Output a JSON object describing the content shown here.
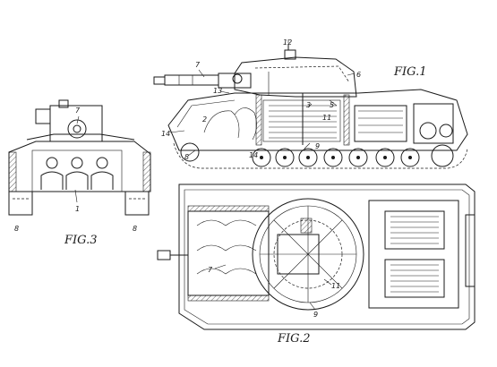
{
  "figures": {
    "fig1": {
      "caption": "FIG.1"
    },
    "fig2": {
      "caption": "FIG.2"
    },
    "fig3": {
      "caption": "FIG.3"
    }
  },
  "reference_numerals": {
    "fig1": [
      "7",
      "12",
      "6",
      "13",
      "3",
      "5",
      "2",
      "11",
      "14",
      "9",
      "8",
      "14"
    ],
    "fig2": [
      "7",
      "11",
      "9"
    ],
    "fig3": [
      "7",
      "1",
      "8",
      "8"
    ]
  }
}
